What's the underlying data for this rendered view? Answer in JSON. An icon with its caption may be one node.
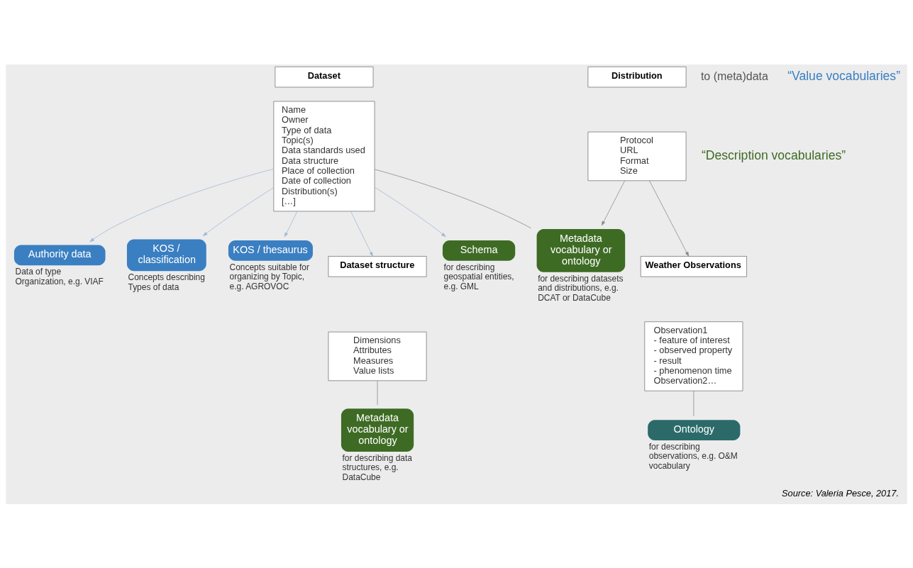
{
  "diagram": {
    "caption": "Source: Valeria Pesce, 2017.",
    "nodes": [
      {
        "text": [
          "Dataset"
        ]
      },
      {
        "text": [
          "Name",
          "Owner",
          "Type of data",
          "Topic(s)",
          "Data standards used",
          "Data structure",
          "Place of collection",
          "Date of collection",
          "Distribution(s)",
          "[…]"
        ]
      },
      {
        "text": [
          "Authority data"
        ],
        "beside": [
          "Data of type Organization, e.g. VIAF"
        ]
      },
      {
        "text": [
          "KOS / classification"
        ],
        "beside": [
          "Concepts describing Types of data"
        ]
      },
      {
        "text": [
          "KOS / thesaurus"
        ],
        "beside": [
          "Concepts suitable for organizing by Topic, e.g. AGROVOC"
        ]
      },
      {
        "text": [
          "Dataset structure"
        ]
      },
      {
        "text": [
          "Dimensions",
          "Attributes",
          "Measures",
          "Value lists"
        ]
      },
      {
        "text": [
          "Schema"
        ],
        "beside": [
          "for describing geospatial entities, e.g. GML"
        ]
      },
      {
        "text": [
          "Distribution"
        ]
      },
      {
        "text": [
          "Protocol",
          "URL",
          "Format",
          "Size"
        ]
      },
      {
        "text": [
          "Metadata vocabulary or ontology"
        ],
        "beside": [
          "for describing data structures, e.g. DataCube"
        ]
      },
      {
        "text": [
          "Metadata vocabulary or ontology"
        ],
        "beside": [
          "for describing datasets and distributions, e.g. DCAT or DataCube"
        ]
      },
      {
        "text": [
          "Weather Observations"
        ]
      },
      {
        "text": [
          "Observation1",
          "- feature of interest",
          "- observed property",
          "- result",
          "- phenomenon time",
          "Observation2…"
        ]
      },
      {
        "text": [
          "Ontology"
        ],
        "beside": [
          "for describing observations, e.g. O&M vocabulary"
        ]
      }
    ],
    "edges": [
      {
        "from": 1,
        "to": 2,
        "arrow": "to"
      },
      {
        "from": 1,
        "to": 3,
        "arrow": "to"
      },
      {
        "from": 1,
        "to": 4,
        "arrow": "to"
      },
      {
        "from": 1,
        "to": 5,
        "arrow": "to"
      },
      {
        "from": 1,
        "to": 7,
        "arrow": "to"
      },
      {
        "from": 6,
        "to": 10,
        "arrow": "none",
        "color": "#8a8a8a"
      },
      {
        "from": 1,
        "to": 11,
        "arrow": "none",
        "color": "#8a8a8a"
      },
      {
        "from": 9,
        "to": 11,
        "arrow": "to",
        "color": "#8a8a8a"
      },
      {
        "from": 9,
        "to": 12,
        "arrow": "to",
        "color": "#8a8a8a"
      },
      {
        "from": 13,
        "to": 14,
        "arrow": "none",
        "color": "#8a8a8a"
      }
    ],
    "labels": [
      "to (meta)data",
      "“Value vocabularies”",
      "“Description vocabularies”"
    ]
  }
}
